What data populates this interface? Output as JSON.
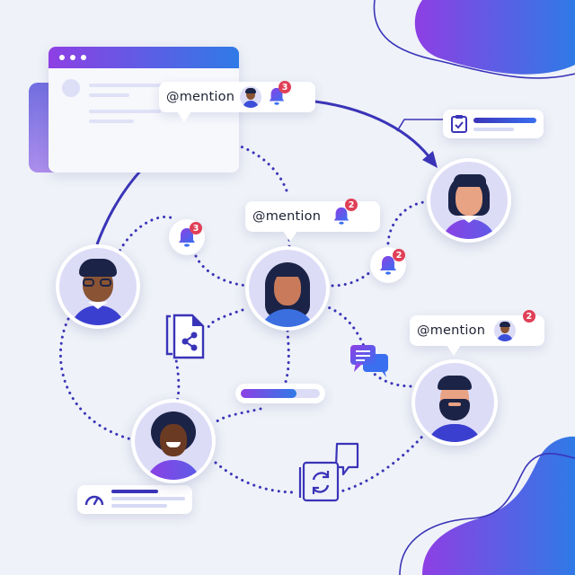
{
  "scene": {
    "description": "Team collaboration network of @mentions and notifications",
    "colors": {
      "background": "#eff2f8",
      "accent_purple": "#8b3fe3",
      "accent_blue": "#2f7ae6",
      "line_navy": "#3a34b8",
      "badge_red": "#e04057",
      "avatar_bg": "#dcdcf7"
    }
  },
  "browser_window": {
    "dots": 3,
    "icon": "browser-window-icon"
  },
  "mentions": [
    {
      "label": "@mention",
      "icon": "user-avatar-icon",
      "bell_icon": "bell-icon",
      "badge": "3"
    },
    {
      "label": "@mention",
      "bell_icon": "bell-icon",
      "badge": "2"
    },
    {
      "label": "@mention",
      "icon": "user-avatar-icon",
      "badge": "2"
    }
  ],
  "bell_notifications": [
    {
      "icon": "bell-icon",
      "badge": "3"
    },
    {
      "icon": "bell-icon",
      "badge": "2"
    }
  ],
  "people": [
    {
      "name": "man-with-glasses",
      "role": "sender"
    },
    {
      "name": "woman-with-long-hair",
      "role": "hub"
    },
    {
      "name": "woman-short-hair",
      "role": "recipient"
    },
    {
      "name": "bearded-man",
      "role": "recipient"
    },
    {
      "name": "woman-curly-hair",
      "role": "member"
    }
  ],
  "cards": {
    "task_card": {
      "icon": "clipboard-check-icon"
    },
    "metrics_card": {
      "icon": "speedometer-icon"
    },
    "progress_bar": {
      "percent": 70
    }
  },
  "floating_icons": [
    {
      "name": "shared-document-icon"
    },
    {
      "name": "chat-bubbles-icon"
    },
    {
      "name": "sync-chat-icon"
    }
  ]
}
